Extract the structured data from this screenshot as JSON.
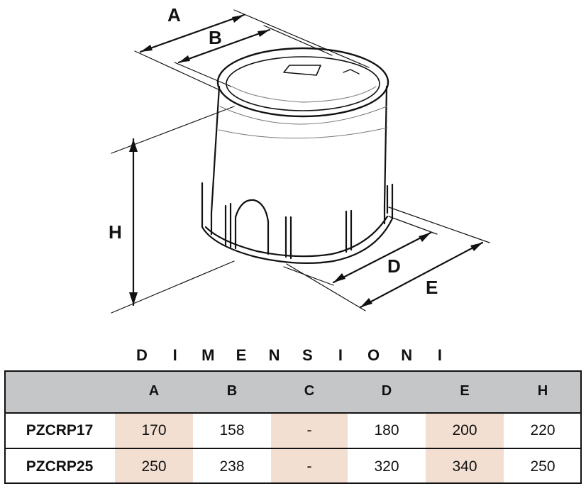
{
  "diagram": {
    "labels": {
      "a": "A",
      "b": "B",
      "d": "D",
      "e": "E",
      "h": "H"
    }
  },
  "title_letters": [
    "D",
    "I",
    "M",
    "E",
    "N",
    "S",
    "I",
    "O",
    "N",
    "I"
  ],
  "table": {
    "columns": [
      "",
      "A",
      "B",
      "C",
      "D",
      "E",
      "H"
    ],
    "rows": [
      {
        "model": "PZCRP17",
        "values": [
          "170",
          "158",
          "-",
          "180",
          "200",
          "220"
        ]
      },
      {
        "model": "PZCRP25",
        "values": [
          "250",
          "238",
          "-",
          "320",
          "340",
          "250"
        ]
      }
    ],
    "colors": {
      "header_bg": "#c5c6c8",
      "shade": "#f2dfd1",
      "border": "#111111"
    }
  }
}
